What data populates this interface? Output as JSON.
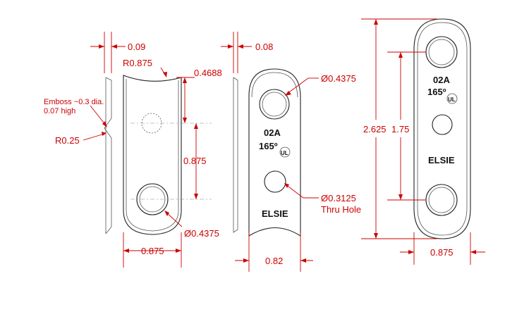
{
  "colors": {
    "dimension": "#cc0000",
    "outline": "#222222"
  },
  "view1": {
    "emboss_note_line1": "Emboss ~0.3 dia.",
    "emboss_note_line2": "0.07 high",
    "radius_small": "R0.25",
    "thickness": "0.09",
    "radius_top": "R0.875",
    "top_depth": "0.4688",
    "hole_spacing": "0.875",
    "hole_dia": "Ø0.4375",
    "width": "0.875"
  },
  "view2": {
    "thickness": "0.08",
    "hole_dia": "Ø0.4375",
    "small_hole_dia": "Ø0.3125",
    "small_hole_note": "Thru Hole",
    "width": "0.82",
    "marking_code": "02A",
    "marking_temp": "165º",
    "marking_brand": "ELSIE",
    "ul_mark": "UL"
  },
  "view3": {
    "overall_length": "2.625",
    "hole_spacing": "1.75",
    "width": "0.875",
    "marking_code": "02A",
    "marking_temp": "165º",
    "marking_brand": "ELSIE",
    "ul_mark": "UL"
  }
}
